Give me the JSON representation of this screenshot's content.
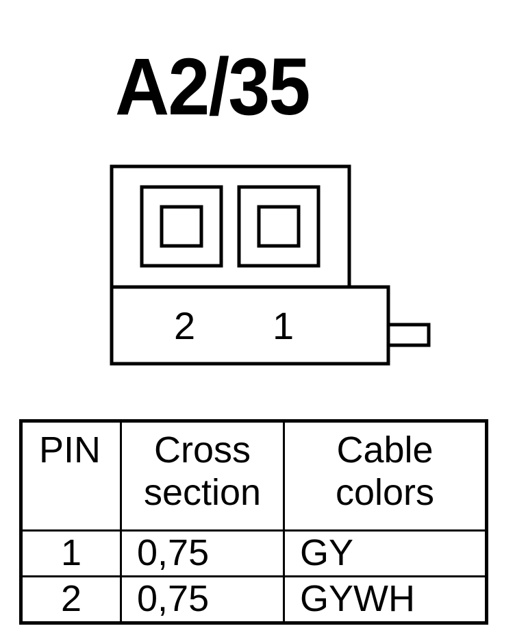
{
  "title": "A2/35",
  "connector": {
    "pin_labels": [
      "2",
      "1"
    ]
  },
  "table": {
    "headers": {
      "pin": "PIN",
      "cross_section": [
        "Cross",
        "section"
      ],
      "cable_colors": [
        "Cable",
        "colors"
      ]
    },
    "rows": [
      {
        "pin": "1",
        "cross_section": "0,75",
        "color": "GY"
      },
      {
        "pin": "2",
        "cross_section": "0,75",
        "color": "GYWH"
      }
    ]
  }
}
